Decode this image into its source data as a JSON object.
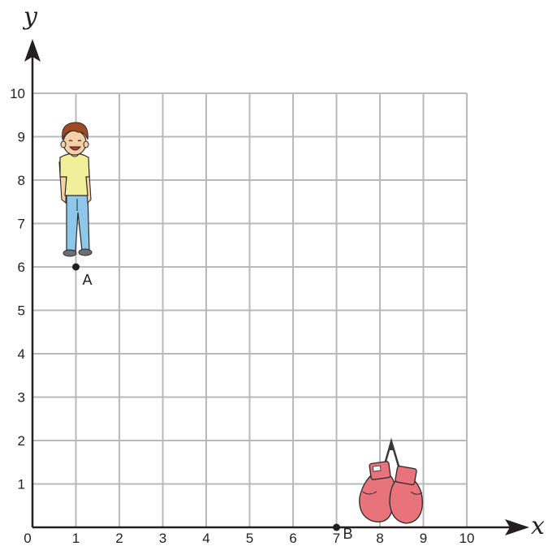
{
  "axes": {
    "x_name": "x",
    "y_name": "y",
    "origin_label": "0",
    "x_ticks": [
      "1",
      "2",
      "3",
      "4",
      "5",
      "6",
      "7",
      "8",
      "9",
      "10"
    ],
    "y_ticks": [
      "1",
      "2",
      "3",
      "4",
      "5",
      "6",
      "7",
      "8",
      "9",
      "10"
    ],
    "range": [
      0,
      10
    ]
  },
  "points": [
    {
      "label": "A",
      "x": 1,
      "y": 6,
      "figure": "boy-icon"
    },
    {
      "label": "B",
      "x": 7,
      "y": 0,
      "figure": "boxing-gloves-icon"
    }
  ],
  "colors": {
    "grid": "#b9b9b9",
    "axis": "#231f20",
    "glove": "#e8737b",
    "shirt": "#f2ef9a",
    "pants": "#8fc7ea",
    "hair": "#a04a22"
  }
}
